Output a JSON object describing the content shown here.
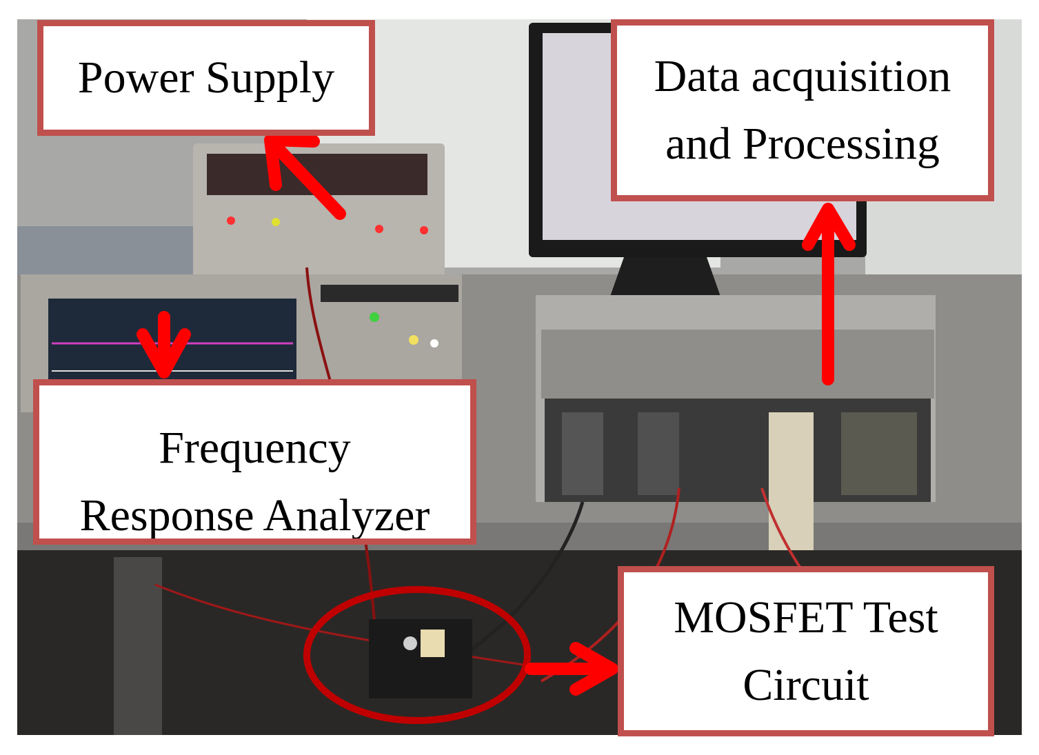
{
  "labels": {
    "power_supply": "Power Supply",
    "daq_line1": "Data acquisition",
    "daq_line2": "and Processing",
    "fra_line1": "Frequency",
    "fra_line2": "Response Analyzer",
    "mosfet_line1": "MOSFET Test",
    "mosfet_line2": "Circuit"
  },
  "colors": {
    "label_border": "#c0504d",
    "arrow": "#ff0000",
    "ellipse": "#c00000"
  }
}
